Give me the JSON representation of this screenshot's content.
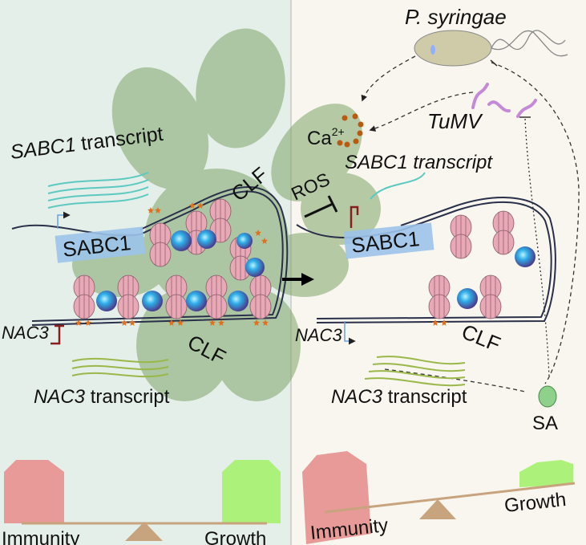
{
  "left_panel": {
    "sabc1_transcript": {
      "gene": "SABC1",
      "suffix": " transcript"
    },
    "sabc1_box": "SABC1",
    "clf_top": "CLF",
    "clf_bottom": "CLF",
    "nac3": "NAC3",
    "nac3_transcript": {
      "gene": "NAC3",
      "suffix": " transcript"
    },
    "balance": {
      "left": "Immunity",
      "right": "Growth"
    }
  },
  "right_panel": {
    "pathogen": "P. syringae",
    "virus": "TuMV",
    "calcium": {
      "base": "Ca",
      "sup": "2+"
    },
    "ros": "ROS",
    "sabc1_transcript": "SABC1 transcript",
    "sabc1_box": "SABC1",
    "clf": "CLF",
    "nac3": "NAC3",
    "nac3_transcript": {
      "gene": "NAC3",
      "suffix": " transcript"
    },
    "sa": "SA",
    "balance": {
      "left": "Immunity",
      "right": "Growth"
    }
  },
  "colors": {
    "left_bg": "#e5efe9",
    "right_bg": "#f8f6ee",
    "immunity": "#e89a98",
    "growth": "#acf27a",
    "beam": "#c8a47e",
    "sabc1_box": "#9cc3ea",
    "sabc1_transcript": "#5cc9c0",
    "nac3_transcript": "#9ab84a"
  }
}
